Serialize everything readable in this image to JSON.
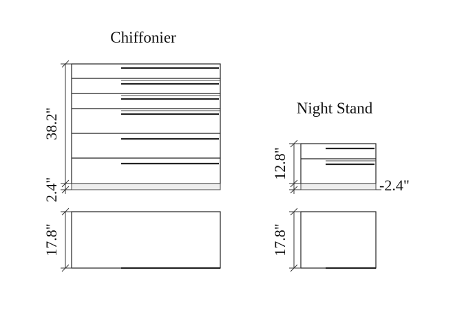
{
  "chiffonier": {
    "title": "Chiffonier",
    "height_label": "38.2\"",
    "base_label": "2.4\"",
    "depth_label": "17.8\""
  },
  "night_stand": {
    "title": "Night Stand",
    "height_label": "12.8\"",
    "base_label": "-2.4\"",
    "depth_label": "17.8\""
  }
}
